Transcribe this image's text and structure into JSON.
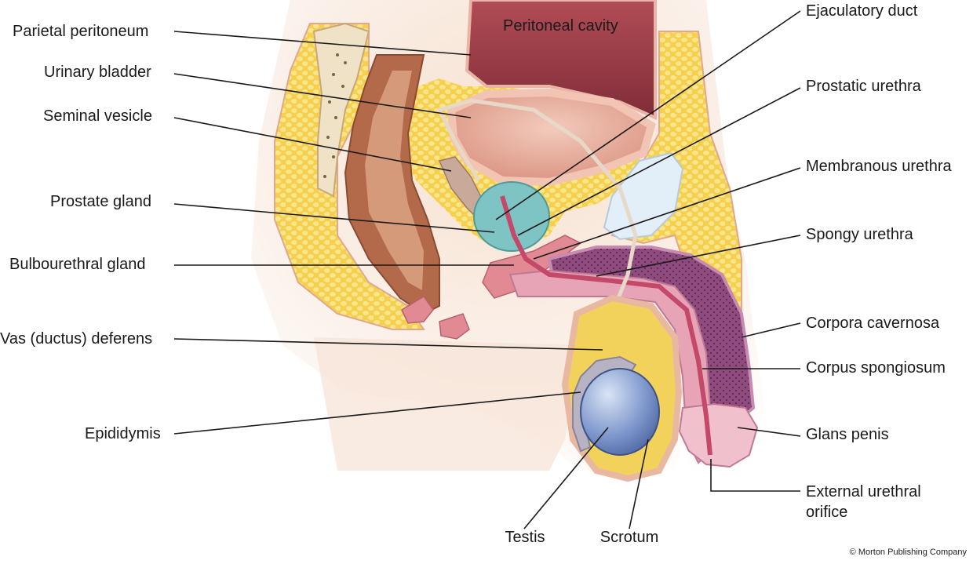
{
  "labels": {
    "parietal_peritoneum": "Parietal peritoneum",
    "urinary_bladder": "Urinary bladder",
    "seminal_vesicle": "Seminal vesicle",
    "prostate_gland": "Prostate gland",
    "bulbourethral_gland": "Bulbourethral gland",
    "vas_deferens": "Vas (ductus) deferens",
    "epididymis": "Epididymis",
    "peritoneal_cavity": "Peritoneal cavity",
    "ejaculatory_duct": "Ejaculatory duct",
    "prostatic_urethra": "Prostatic urethra",
    "membranous_urethra": "Membranous urethra",
    "spongy_urethra": "Spongy urethra",
    "corpora_cavernosa": "Corpora cavernosa",
    "corpus_spongiosum": "Corpus spongiosum",
    "glans_penis": "Glans penis",
    "external_urethral_orifice": "External urethral\norifice",
    "testis": "Testis",
    "scrotum": "Scrotum"
  },
  "copyright": "© Morton Publishing Company",
  "colors": {
    "skin": "#f4d9c6",
    "fat": "#f6d255",
    "muscle": "#b86a4a",
    "bladder": "#e8a996",
    "peritoneal": "#9c4049",
    "prostate": "#7fc4c4",
    "cavernosa": "#9b4f86",
    "spongiosum": "#e7a4b6",
    "testis": "#6f88c2",
    "epididymis": "#b8b3c2",
    "leader": "#1a1a1a"
  }
}
